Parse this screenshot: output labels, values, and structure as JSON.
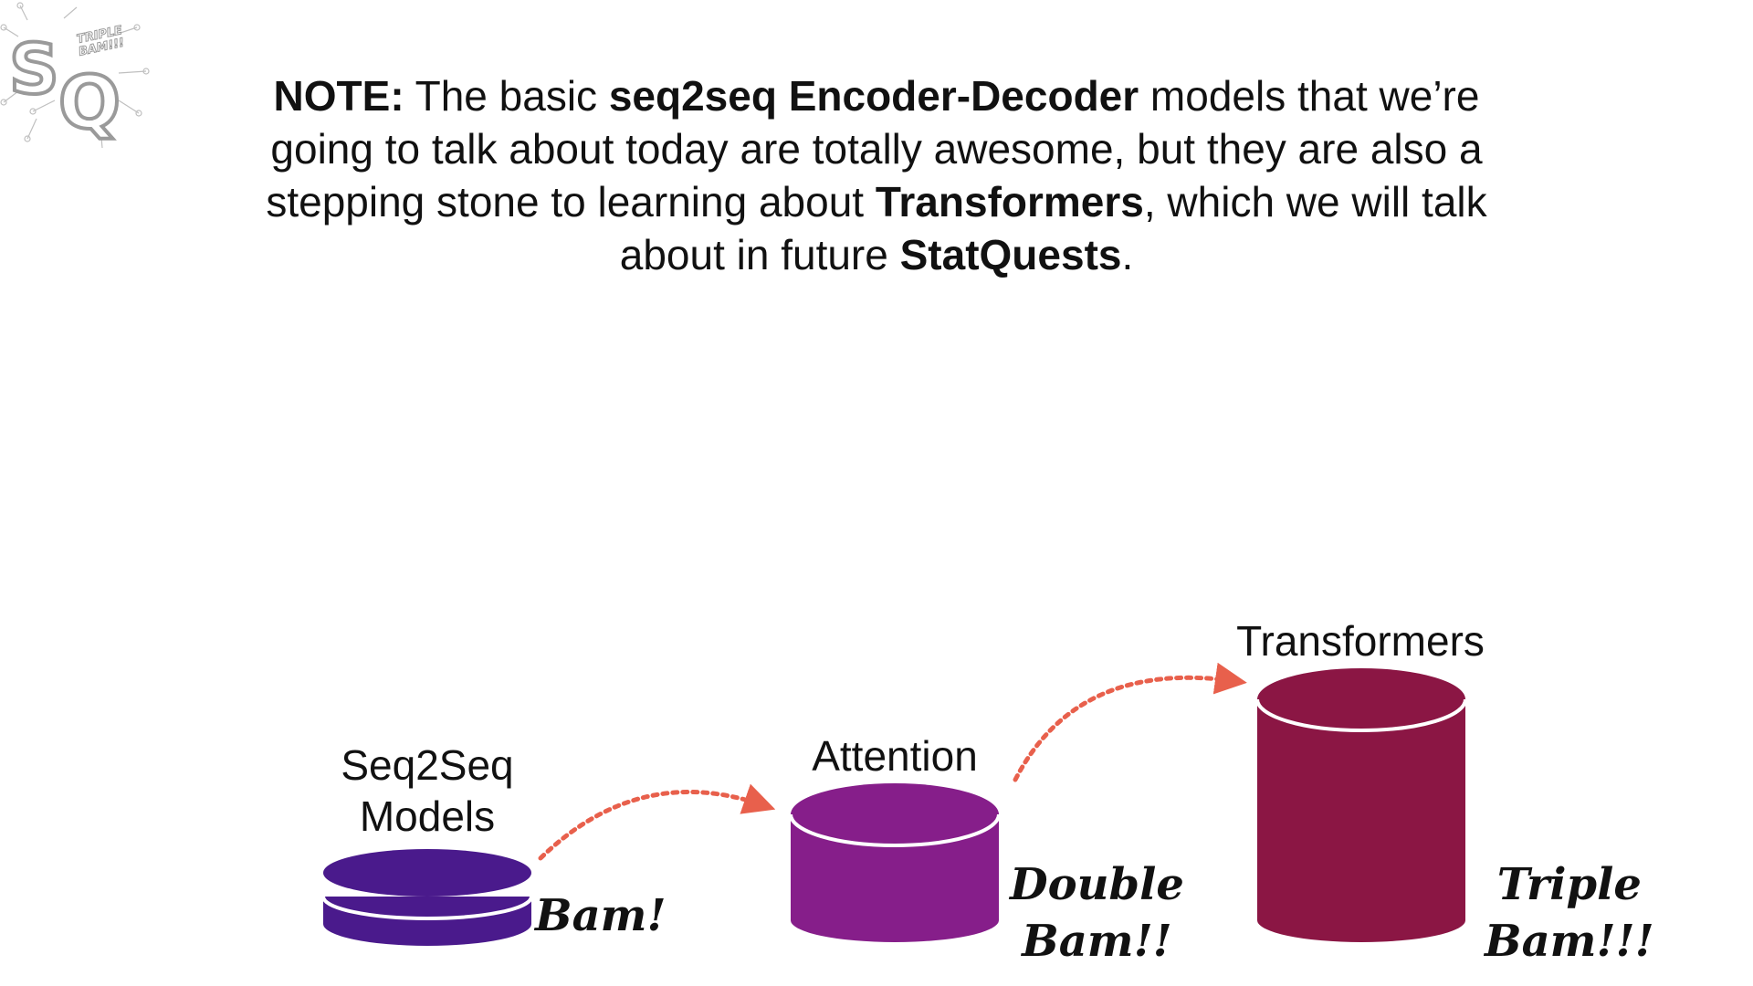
{
  "logo": {
    "letters": "SQ",
    "badge_text": "TRIPLE BAM!!!"
  },
  "note": {
    "prefix": "NOTE:",
    "text1": " The basic ",
    "term1": "seq2seq Encoder-Decoder",
    "text2": " models that we’re going to talk about today are totally awesome, but they are also a stepping stone to learning about ",
    "term2": "Transformers",
    "text3": ", which we will talk about in future ",
    "term3": "StatQuests",
    "text4": "."
  },
  "diagram": {
    "steps": [
      {
        "label_line1": "Seq2Seq",
        "label_line2": "Models",
        "bam_line1": "Bam!",
        "bam_line2": "",
        "color": "#4a1a8c",
        "level": 1
      },
      {
        "label_line1": "Attention",
        "label_line2": "",
        "bam_line1": "Double",
        "bam_line2": "Bam!!",
        "color": "#861e8a",
        "level": 2
      },
      {
        "label_line1": "Transformers",
        "label_line2": "",
        "bam_line1": "Triple",
        "bam_line2": "Bam!!!",
        "color": "#8b1644",
        "level": 3
      }
    ],
    "arrow_color": "#e8604c"
  }
}
